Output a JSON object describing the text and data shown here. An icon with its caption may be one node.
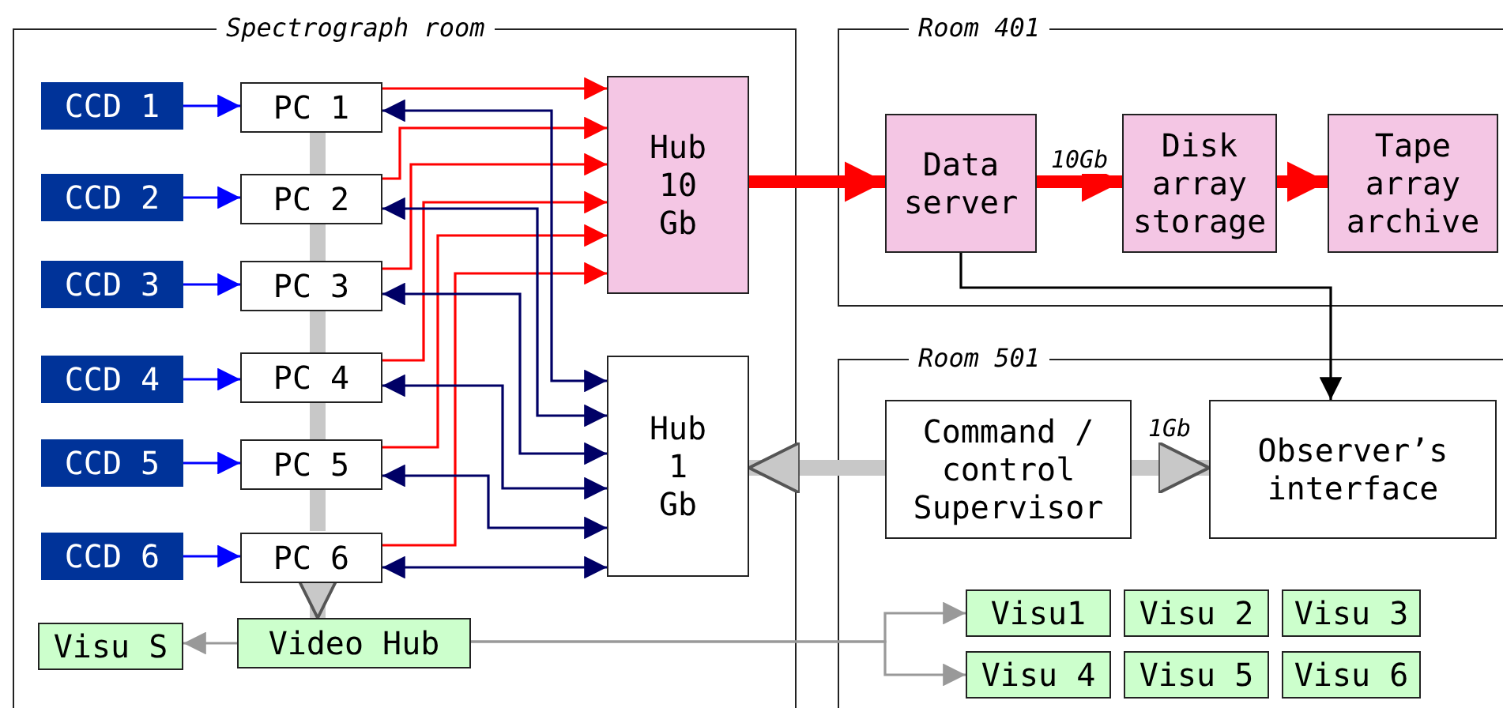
{
  "diagram": {
    "nodes": [
      {
        "text": [
          "Spectrograph room"
        ]
      },
      {
        "text": [
          "CCD 1"
        ],
        "in": 0
      },
      {
        "text": [
          "CCD 2"
        ],
        "in": 0
      },
      {
        "text": [
          "CCD 3"
        ],
        "in": 0
      },
      {
        "text": [
          "CCD 4"
        ],
        "in": 0
      },
      {
        "text": [
          "CCD 5"
        ],
        "in": 0
      },
      {
        "text": [
          "CCD 6"
        ],
        "in": 0
      },
      {
        "text": [
          "PC 1"
        ],
        "in": 0
      },
      {
        "text": [
          "PC 2"
        ],
        "in": 0
      },
      {
        "text": [
          "PC 3"
        ],
        "in": 0
      },
      {
        "text": [
          "PC 4"
        ],
        "in": 0
      },
      {
        "text": [
          "PC 5"
        ],
        "in": 0
      },
      {
        "text": [
          "PC 6"
        ],
        "in": 0
      },
      {
        "text": [
          "Hub 10 Gb"
        ],
        "in": 0
      },
      {
        "text": [
          "Hub 1 Gb"
        ],
        "in": 0
      },
      {
        "text": [
          "Visu S"
        ],
        "in": 0
      },
      {
        "text": [
          "Video Hub"
        ],
        "in": 0
      },
      {
        "text": [
          "Room 401"
        ]
      },
      {
        "text": [
          "Data server"
        ],
        "in": 17
      },
      {
        "text": [
          "Disk array storage"
        ],
        "in": 17
      },
      {
        "text": [
          "Tape array archive"
        ],
        "in": 17
      },
      {
        "text": [
          "Room 501"
        ]
      },
      {
        "text": [
          "Command / control Supervisor"
        ],
        "in": 21
      },
      {
        "text": [
          "Observer’s interface"
        ],
        "in": 21
      },
      {
        "text": [
          "Visu1"
        ],
        "in": 21
      },
      {
        "text": [
          "Visu 2"
        ],
        "in": 21
      },
      {
        "text": [
          "Visu 3"
        ],
        "in": 21
      },
      {
        "text": [
          "Visu 4"
        ],
        "in": 21
      },
      {
        "text": [
          "Visu 5"
        ],
        "in": 21
      },
      {
        "text": [
          "Visu 6"
        ],
        "in": 21
      }
    ],
    "edges": [
      {
        "from": 1,
        "to": 7,
        "arrow": "to",
        "color": "#0000ff"
      },
      {
        "from": 2,
        "to": 8,
        "arrow": "to",
        "color": "#0000ff"
      },
      {
        "from": 3,
        "to": 9,
        "arrow": "to",
        "color": "#0000ff"
      },
      {
        "from": 4,
        "to": 10,
        "arrow": "to",
        "color": "#0000ff"
      },
      {
        "from": 5,
        "to": 11,
        "arrow": "to",
        "color": "#0000ff"
      },
      {
        "from": 6,
        "to": 12,
        "arrow": "to",
        "color": "#0000ff"
      },
      {
        "from": 7,
        "to": 13,
        "arrow": "to",
        "color": "#ff0000"
      },
      {
        "from": 8,
        "to": 13,
        "arrow": "to",
        "color": "#ff0000"
      },
      {
        "from": 9,
        "to": 13,
        "arrow": "to",
        "color": "#ff0000"
      },
      {
        "from": 10,
        "to": 13,
        "arrow": "to",
        "color": "#ff0000"
      },
      {
        "from": 11,
        "to": 13,
        "arrow": "to",
        "color": "#ff0000"
      },
      {
        "from": 12,
        "to": 13,
        "arrow": "to",
        "color": "#ff0000"
      },
      {
        "from": 14,
        "to": 7,
        "arrow": "both",
        "color": "#000066"
      },
      {
        "from": 14,
        "to": 8,
        "arrow": "both",
        "color": "#000066"
      },
      {
        "from": 14,
        "to": 9,
        "arrow": "both",
        "color": "#000066"
      },
      {
        "from": 14,
        "to": 10,
        "arrow": "both",
        "color": "#000066"
      },
      {
        "from": 14,
        "to": 11,
        "arrow": "both",
        "color": "#000066"
      },
      {
        "from": 14,
        "to": 12,
        "arrow": "both",
        "color": "#000066"
      },
      {
        "from": 7,
        "to": 8,
        "arrow": "none",
        "style": "thick",
        "color": "#c8c8c8"
      },
      {
        "from": 8,
        "to": 9,
        "arrow": "none",
        "style": "thick",
        "color": "#c8c8c8"
      },
      {
        "from": 9,
        "to": 10,
        "arrow": "none",
        "style": "thick",
        "color": "#c8c8c8"
      },
      {
        "from": 10,
        "to": 11,
        "arrow": "none",
        "style": "thick",
        "color": "#c8c8c8"
      },
      {
        "from": 11,
        "to": 12,
        "arrow": "none",
        "style": "thick",
        "color": "#c8c8c8"
      },
      {
        "from": 12,
        "to": 16,
        "arrow": "to",
        "style": "thick",
        "color": "#c8c8c8"
      },
      {
        "from": 16,
        "to": 15,
        "arrow": "to",
        "color": "#999999"
      },
      {
        "from": 16,
        "to": 24,
        "arrow": "to",
        "color": "#999999"
      },
      {
        "from": 16,
        "to": 27,
        "arrow": "to",
        "color": "#999999"
      },
      {
        "from": 13,
        "to": 18,
        "arrow": "to",
        "style": "thick",
        "color": "#ff0000"
      },
      {
        "from": 18,
        "to": 19,
        "label": "10Gb",
        "arrow": "to",
        "style": "thick",
        "color": "#ff0000"
      },
      {
        "from": 19,
        "to": 20,
        "arrow": "to",
        "style": "thick",
        "color": "#ff0000"
      },
      {
        "from": 18,
        "to": 23,
        "arrow": "to",
        "color": "#000000"
      },
      {
        "from": 22,
        "to": 14,
        "arrow": "to",
        "style": "thick",
        "color": "#c8c8c8"
      },
      {
        "from": 22,
        "to": 23,
        "label": "1Gb",
        "arrow": "to",
        "style": "thick",
        "color": "#c8c8c8"
      }
    ]
  }
}
